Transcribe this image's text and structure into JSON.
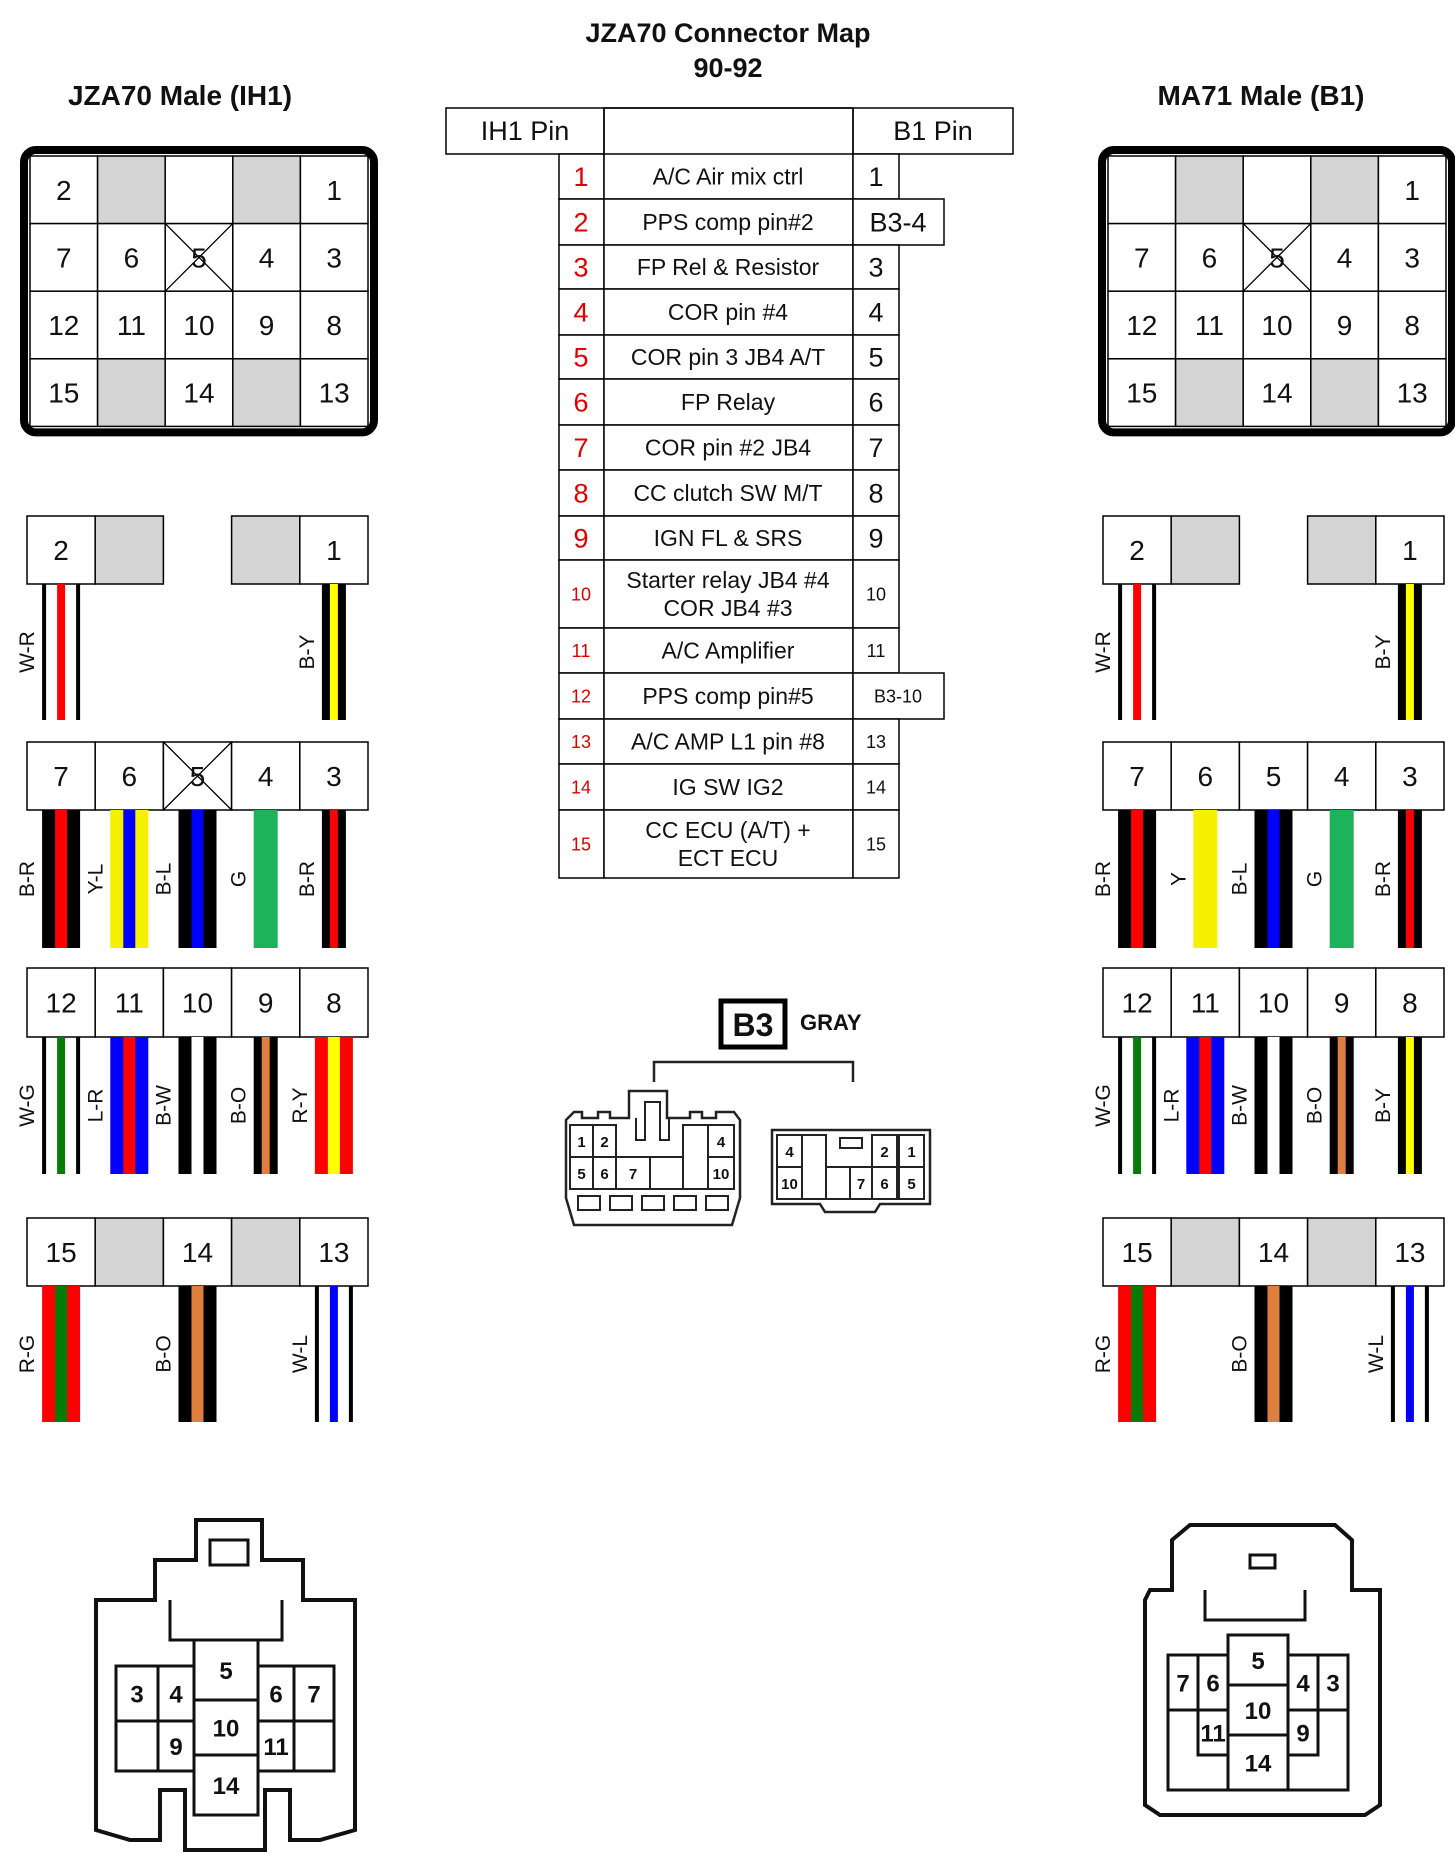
{
  "title": {
    "line1": "JZA70 Connector Map",
    "line2": "90-92"
  },
  "left_title": "JZA70 Male (IH1)",
  "right_title": "MA71 Male (B1)",
  "colors": {
    "gray_cell": "#d4d4d4",
    "pin_red": "#e00000"
  },
  "left_grid": [
    [
      {
        "l": "2"
      },
      {
        "gray": true
      },
      {
        "l": ""
      },
      {
        "gray": true
      },
      {
        "l": "1"
      }
    ],
    [
      {
        "l": "7"
      },
      {
        "l": "6"
      },
      {
        "l": "5",
        "x": true
      },
      {
        "l": "4"
      },
      {
        "l": "3"
      }
    ],
    [
      {
        "l": "12"
      },
      {
        "l": "11"
      },
      {
        "l": "10"
      },
      {
        "l": "9"
      },
      {
        "l": "8"
      }
    ],
    [
      {
        "l": "15"
      },
      {
        "gray": true
      },
      {
        "l": "14"
      },
      {
        "gray": true
      },
      {
        "l": "13"
      }
    ]
  ],
  "right_grid": [
    [
      {
        "l": ""
      },
      {
        "gray": true
      },
      {
        "l": ""
      },
      {
        "gray": true
      },
      {
        "l": "1"
      }
    ],
    [
      {
        "l": "7"
      },
      {
        "l": "6"
      },
      {
        "l": "5",
        "x": true
      },
      {
        "l": "4"
      },
      {
        "l": "3"
      }
    ],
    [
      {
        "l": "12"
      },
      {
        "l": "11"
      },
      {
        "l": "10"
      },
      {
        "l": "9"
      },
      {
        "l": "8"
      }
    ],
    [
      {
        "l": "15"
      },
      {
        "gray": true
      },
      {
        "l": "14"
      },
      {
        "gray": true
      },
      {
        "l": "13"
      }
    ]
  ],
  "left_wires": [
    [
      {
        "pin": "2",
        "code": "W-R",
        "kind": "outline",
        "base": "#ffffff",
        "stripe": "#ff0000"
      },
      {
        "gray": true
      },
      null,
      {
        "gray": true
      },
      {
        "pin": "1",
        "code": "B-Y",
        "kind": "thin",
        "base": "#000000",
        "stripe": "#ffff00"
      }
    ],
    [
      {
        "pin": "7",
        "code": "B-R",
        "kind": "stripe",
        "base": "#000000",
        "stripe": "#ff0000"
      },
      {
        "pin": "6",
        "code": "Y-L",
        "kind": "stripe",
        "base": "#f5f000",
        "stripe": "#0000ff"
      },
      {
        "pin": "5",
        "code": "B-L",
        "kind": "stripe",
        "base": "#000000",
        "stripe": "#0000ff",
        "x": true
      },
      {
        "pin": "4",
        "code": "G",
        "kind": "solid",
        "base": "#1db35a"
      },
      {
        "pin": "3",
        "code": "B-R",
        "kind": "thin",
        "base": "#000000",
        "stripe": "#ff0000"
      }
    ],
    [
      {
        "pin": "12",
        "code": "W-G",
        "kind": "outline",
        "base": "#ffffff",
        "stripe": "#087a08"
      },
      {
        "pin": "11",
        "code": "L-R",
        "kind": "stripe",
        "base": "#0000ff",
        "stripe": "#ff0000"
      },
      {
        "pin": "10",
        "code": "B-W",
        "kind": "wide",
        "base": "#000000",
        "stripe": "#ffffff"
      },
      {
        "pin": "9",
        "code": "B-O",
        "kind": "thin",
        "base": "#000000",
        "stripe": "#df7f3f"
      },
      {
        "pin": "8",
        "code": "R-Y",
        "kind": "stripe",
        "base": "#ff0000",
        "stripe": "#ffff00"
      }
    ],
    [
      {
        "pin": "15",
        "code": "R-G",
        "kind": "stripe",
        "base": "#ff0000",
        "stripe": "#087a08"
      },
      {
        "gray": true
      },
      {
        "pin": "14",
        "code": "B-O",
        "kind": "stripe",
        "base": "#000000",
        "stripe": "#df7f3f"
      },
      {
        "gray": true
      },
      {
        "pin": "13",
        "code": "W-L",
        "kind": "outline",
        "base": "#ffffff",
        "stripe": "#0000ff"
      }
    ]
  ],
  "right_wires": [
    [
      {
        "pin": "2",
        "code": "W-R",
        "kind": "outline",
        "base": "#ffffff",
        "stripe": "#ff0000"
      },
      {
        "gray": true
      },
      null,
      {
        "gray": true
      },
      {
        "pin": "1",
        "code": "B-Y",
        "kind": "thin",
        "base": "#000000",
        "stripe": "#ffff00"
      }
    ],
    [
      {
        "pin": "7",
        "code": "B-R",
        "kind": "stripe",
        "base": "#000000",
        "stripe": "#ff0000"
      },
      {
        "pin": "6",
        "code": "Y",
        "kind": "solid",
        "base": "#f5f000"
      },
      {
        "pin": "5",
        "code": "B-L",
        "kind": "stripe",
        "base": "#000000",
        "stripe": "#0000ff"
      },
      {
        "pin": "4",
        "code": "G",
        "kind": "solid",
        "base": "#1db35a"
      },
      {
        "pin": "3",
        "code": "B-R",
        "kind": "thin",
        "base": "#000000",
        "stripe": "#ff0000"
      }
    ],
    [
      {
        "pin": "12",
        "code": "W-G",
        "kind": "outline",
        "base": "#ffffff",
        "stripe": "#087a08"
      },
      {
        "pin": "11",
        "code": "L-R",
        "kind": "stripe",
        "base": "#0000ff",
        "stripe": "#ff0000"
      },
      {
        "pin": "10",
        "code": "B-W",
        "kind": "wide",
        "base": "#000000",
        "stripe": "#ffffff"
      },
      {
        "pin": "9",
        "code": "B-O",
        "kind": "thin",
        "base": "#000000",
        "stripe": "#df7f3f"
      },
      {
        "pin": "8",
        "code": "B-Y",
        "kind": "thin",
        "base": "#000000",
        "stripe": "#ffff00"
      }
    ],
    [
      {
        "pin": "15",
        "code": "R-G",
        "kind": "stripe",
        "base": "#ff0000",
        "stripe": "#087a08"
      },
      {
        "gray": true
      },
      {
        "pin": "14",
        "code": "B-O",
        "kind": "stripe",
        "base": "#000000",
        "stripe": "#df7f3f"
      },
      {
        "gray": true
      },
      {
        "pin": "13",
        "code": "W-L",
        "kind": "outline",
        "base": "#ffffff",
        "stripe": "#0000ff"
      }
    ]
  ],
  "table": {
    "header_ih1": "IH1 Pin",
    "header_b1": "B1 Pin",
    "rows": [
      {
        "ih1": "1",
        "desc": [
          "A/C Air mix ctrl"
        ],
        "b1": "1"
      },
      {
        "ih1": "2",
        "desc": [
          "PPS comp pin#2"
        ],
        "b1": "B3-4",
        "wide": true
      },
      {
        "ih1": "3",
        "desc": [
          "FP Rel & Resistor"
        ],
        "b1": "3"
      },
      {
        "ih1": "4",
        "desc": [
          "COR pin #4"
        ],
        "b1": "4"
      },
      {
        "ih1": "5",
        "desc": [
          "COR pin 3 JB4 A/T"
        ],
        "b1": "5"
      },
      {
        "ih1": "6",
        "desc": [
          "FP Relay"
        ],
        "b1": "6"
      },
      {
        "ih1": "7",
        "desc": [
          "COR pin #2 JB4"
        ],
        "b1": "7"
      },
      {
        "ih1": "8",
        "desc": [
          "CC clutch SW M/T"
        ],
        "b1": "8"
      },
      {
        "ih1": "9",
        "desc": [
          "IGN FL & SRS"
        ],
        "b1": "9"
      },
      {
        "ih1": "10",
        "desc": [
          "Starter relay JB4 #4",
          "COR JB4 #3"
        ],
        "b1": "10",
        "small": true
      },
      {
        "ih1": "11",
        "desc": [
          "A/C Amplifier"
        ],
        "b1": "11",
        "small": true
      },
      {
        "ih1": "12",
        "desc": [
          "PPS comp pin#5"
        ],
        "b1": "B3-10",
        "small": true,
        "wide": true
      },
      {
        "ih1": "13",
        "desc": [
          "A/C AMP L1 pin #8"
        ],
        "b1": "13",
        "small": true
      },
      {
        "ih1": "14",
        "desc": [
          "IG SW IG2"
        ],
        "b1": "14",
        "small": true
      },
      {
        "ih1": "15",
        "desc": [
          "CC ECU (A/T) +",
          "ECT ECU"
        ],
        "b1": "15",
        "small": true
      }
    ]
  },
  "b3": {
    "label": "B3",
    "color_label": "GRAY",
    "left_plug": [
      "1",
      "2",
      "4",
      "5",
      "6",
      "7",
      "10"
    ],
    "right_plug": [
      "4",
      "2",
      "1",
      "10",
      "7",
      "6",
      "5"
    ]
  },
  "bottom_left_connector": [
    "3",
    "4",
    "5",
    "6",
    "7",
    "9",
    "10",
    "11",
    "14"
  ],
  "bottom_right_connector": [
    "7",
    "6",
    "5",
    "4",
    "3",
    "11",
    "10",
    "9",
    "14"
  ]
}
